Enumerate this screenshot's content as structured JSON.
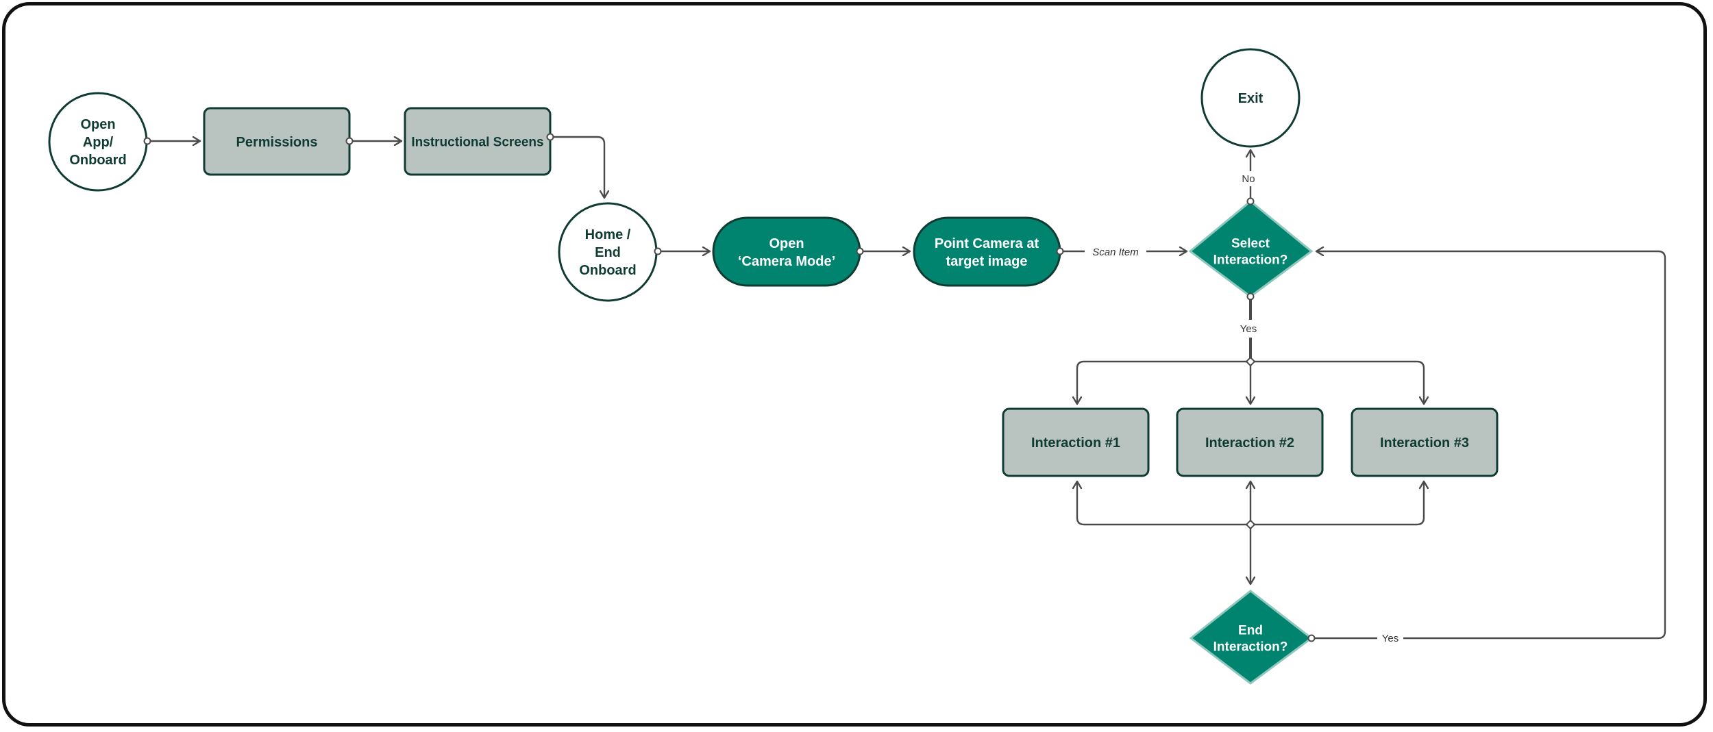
{
  "diagram": {
    "nodes": {
      "open_app": {
        "lines": [
          "Open",
          "App/",
          "Onboard"
        ]
      },
      "permissions": {
        "lines": [
          "Permissions"
        ]
      },
      "instructional": {
        "lines": [
          "Instructional Screens"
        ]
      },
      "home": {
        "lines": [
          "Home /",
          "End",
          "Onboard"
        ]
      },
      "camera_mode": {
        "lines": [
          "Open",
          "‘Camera Mode’"
        ]
      },
      "point_camera": {
        "lines": [
          "Point Camera at",
          "target image"
        ]
      },
      "select": {
        "lines": [
          "Select",
          "Interaction?"
        ]
      },
      "exit": {
        "lines": [
          "Exit"
        ]
      },
      "interaction1": {
        "lines": [
          "Interaction #1"
        ]
      },
      "interaction2": {
        "lines": [
          "Interaction #2"
        ]
      },
      "interaction3": {
        "lines": [
          "Interaction #3"
        ]
      },
      "end_interaction": {
        "lines": [
          "End",
          "Interaction?"
        ]
      }
    },
    "labels": {
      "scan_item": "Scan Item",
      "no": "No",
      "yes_down": "Yes",
      "yes_loop": "Yes"
    },
    "colors": {
      "teal": "#00836F",
      "teal_stroke": "#00665A",
      "gray_fill": "#B9C3C0",
      "dark_stroke": "#0F3B32",
      "text_dark": "#0F3B32",
      "text_light": "#FFFFFF",
      "connector": "#4A4A4A"
    }
  }
}
